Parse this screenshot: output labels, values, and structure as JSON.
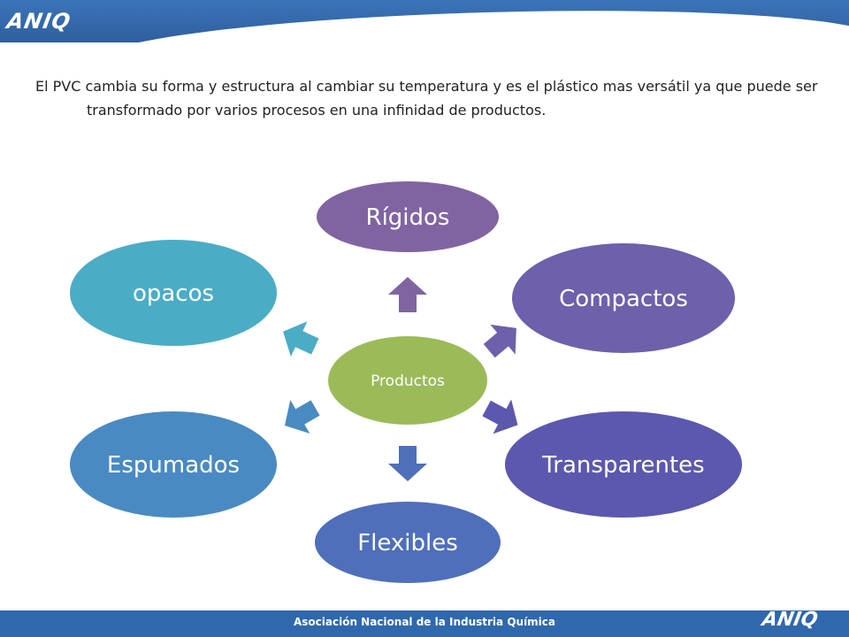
{
  "header": {
    "logo_text": "ANIQ"
  },
  "intro_text": "El PVC cambia su forma y estructura al cambiar su temperatura y es el plástico mas versátil ya que puede ser transformado por varios procesos en una infinidad de productos.",
  "diagram": {
    "center": {
      "label": "Productos",
      "color": "#9bbb59"
    },
    "nodes": [
      {
        "id": "rigidos",
        "label": "Rígidos",
        "color": "#8064a2",
        "arrow_color": "#8064a2"
      },
      {
        "id": "compactos",
        "label": "Compactos",
        "color": "#6e60ab",
        "arrow_color": "#6e60ab"
      },
      {
        "id": "transparentes",
        "label": "Transparentes",
        "color": "#5b58ae",
        "arrow_color": "#5b58ae"
      },
      {
        "id": "flexibles",
        "label": "Flexibles",
        "color": "#4f6fbb",
        "arrow_color": "#4f6fbb"
      },
      {
        "id": "espumados",
        "label": "Espumados",
        "color": "#4a8ac2",
        "arrow_color": "#4a8ac2"
      },
      {
        "id": "opacos",
        "label": "opacos",
        "color": "#4bacc6",
        "arrow_color": "#4bacc6"
      }
    ]
  },
  "footer": {
    "org_name": "Asociación Nacional de la Industria Química",
    "logo_text": "ANIQ"
  }
}
